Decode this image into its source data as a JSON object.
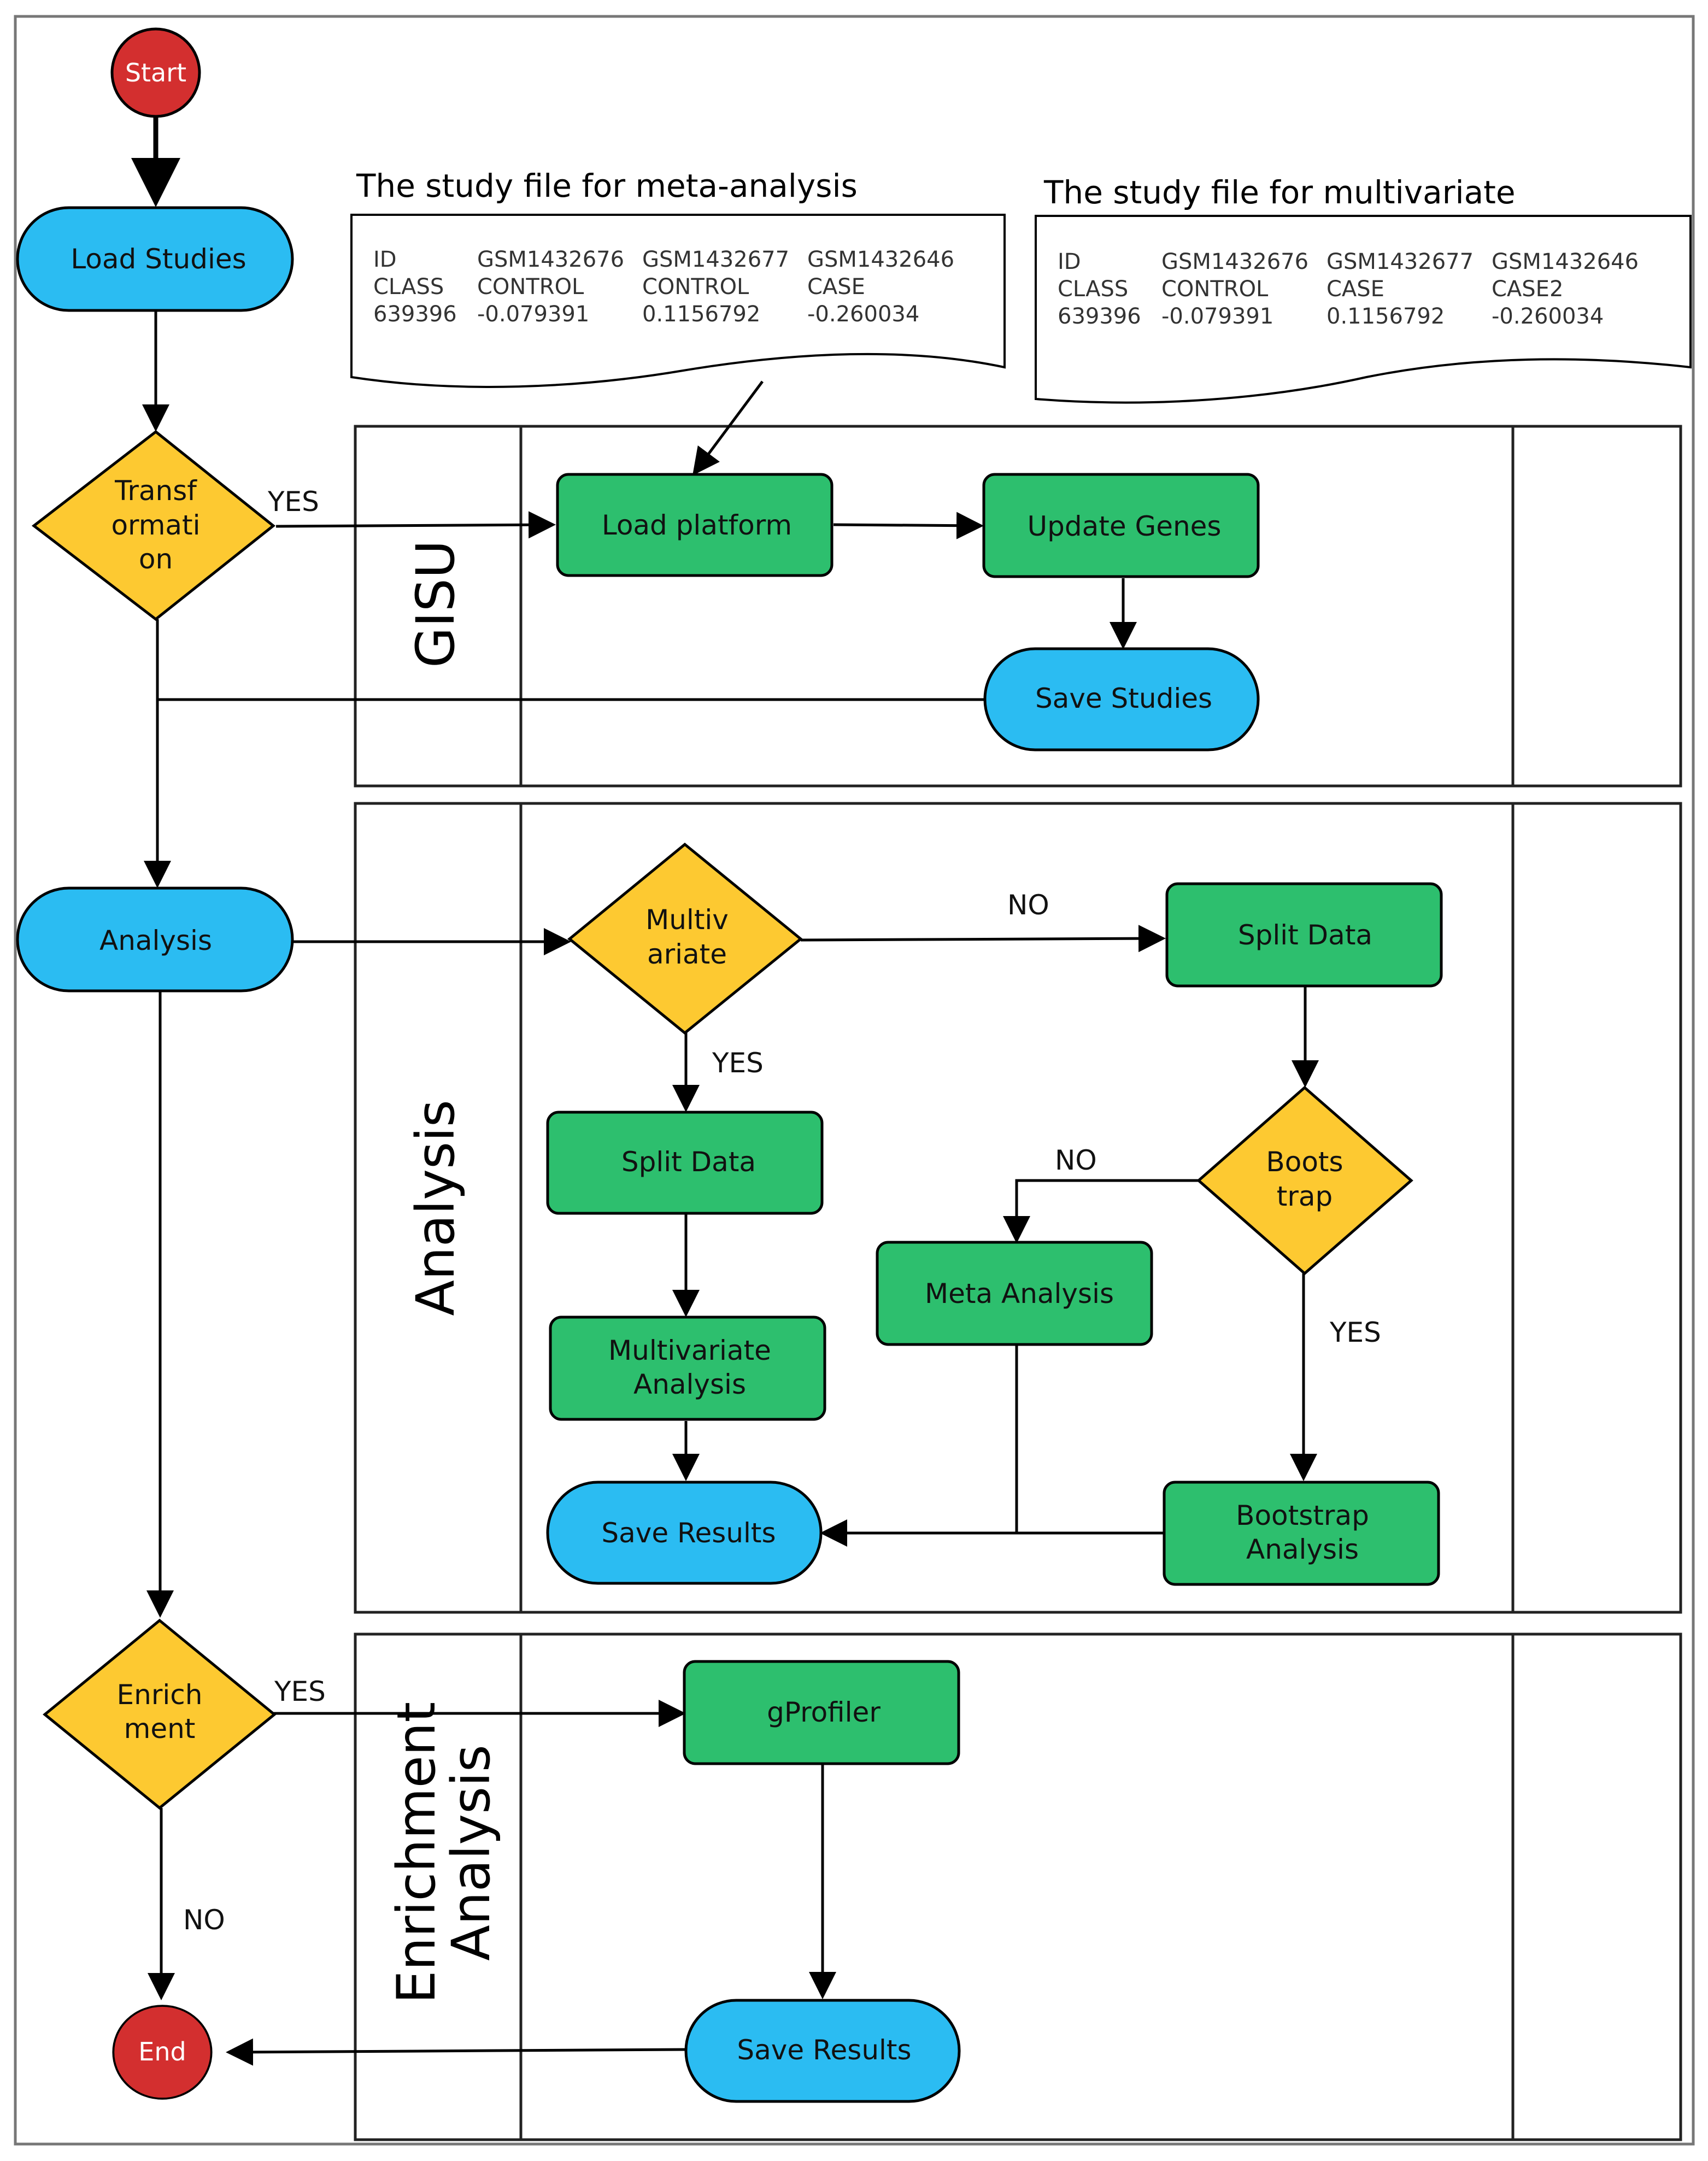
{
  "nodes": {
    "start": "Start",
    "load_studies": "Load Studies",
    "transformation": [
      "Transf",
      "ormati",
      "on"
    ],
    "load_platform": "Load platform",
    "update_genes": "Update Genes",
    "save_studies": "Save Studies",
    "analysis": "Analysis",
    "multivariate": [
      "Multiv",
      "ariate"
    ],
    "split_data_left": "Split Data",
    "split_data_right": "Split Data",
    "bootstrap": [
      "Boots",
      "trap"
    ],
    "meta_analysis": "Meta Analysis",
    "multivariate_analysis": [
      "Multivariate",
      "Analysis"
    ],
    "save_results_analysis": "Save Results",
    "bootstrap_analysis": [
      "Bootstrap",
      "Analysis"
    ],
    "enrichment": [
      "Enrich",
      "ment"
    ],
    "gprofiler": "gProfiler",
    "save_results_enrichment": "Save Results",
    "end": "End"
  },
  "edge_labels": {
    "transformation_yes": "YES",
    "multivariate_no": "NO",
    "multivariate_yes": "YES",
    "bootstrap_no": "NO",
    "bootstrap_yes": "YES",
    "enrichment_yes": "YES",
    "enrichment_no": "NO"
  },
  "lanes": {
    "gisu": "GISU",
    "analysis": "Analysis",
    "enrichment": [
      "Enrichment",
      "Analysis"
    ]
  },
  "documents": {
    "meta_analysis_file": {
      "title": "The study file for meta-analysis",
      "rows": [
        [
          "ID",
          "GSM1432676",
          "GSM1432677",
          "GSM1432646"
        ],
        [
          "CLASS",
          "CONTROL",
          "CONTROL",
          "CASE"
        ],
        [
          "639396",
          "-0.079391",
          "0.1156792",
          "-0.260034"
        ]
      ]
    },
    "multivariate_file": {
      "title": "The study file for multivariate",
      "rows": [
        [
          "ID",
          "GSM1432676",
          "GSM1432677",
          "GSM1432646"
        ],
        [
          "CLASS",
          "CONTROL",
          "CASE",
          "CASE2"
        ],
        [
          "639396",
          "-0.079391",
          "0.1156792",
          "-0.260034"
        ]
      ]
    }
  },
  "colors": {
    "terminal": "#d32f2f",
    "io_step": "#2bbcf2",
    "process": "#2dbf6e",
    "decision": "#fdc931",
    "outline": "#000000"
  }
}
